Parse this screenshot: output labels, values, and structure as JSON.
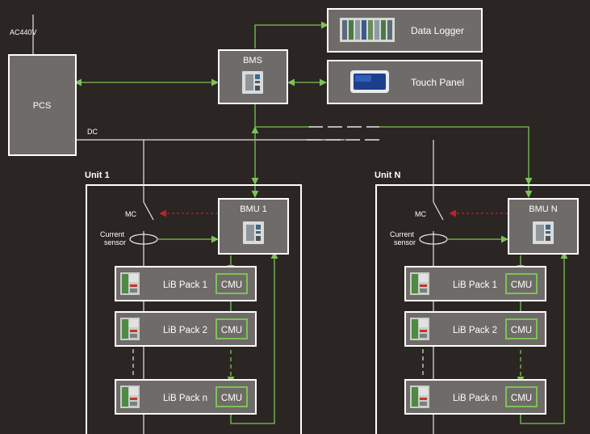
{
  "colors": {
    "background": "#2b2523",
    "box_fill": "#6f6b69",
    "box_border": "#ffffff",
    "green": "#7cc356",
    "red": "#c0202a",
    "white_line": "#e6e6e6"
  },
  "labels": {
    "ac_supply": "AC440V",
    "pcs": "PCS",
    "dc": "DC",
    "bms": "BMS",
    "data_logger": "Data Logger",
    "touch_panel": "Touch Panel"
  },
  "units": [
    {
      "title": "Unit 1",
      "bmu": "BMU 1",
      "mc": "MC",
      "current_sensor_line1": "Current",
      "current_sensor_line2": "sensor",
      "cmu": "CMU",
      "packs": [
        "LiB Pack  1",
        "LiB Pack  2",
        "LiB Pack  n"
      ]
    },
    {
      "title": "Unit N",
      "bmu": "BMU N",
      "mc": "MC",
      "current_sensor_line1": "Current",
      "current_sensor_line2": "sensor",
      "cmu": "CMU",
      "packs": [
        "LiB Pack  1",
        "LiB Pack  2",
        "LiB Pack  n"
      ]
    }
  ],
  "icons": {
    "bms": "controller-module-icon",
    "data_logger": "rack-equipment-icon",
    "touch_panel": "display-panel-icon",
    "bmu": "controller-module-icon",
    "pack": "battery-module-icon"
  }
}
